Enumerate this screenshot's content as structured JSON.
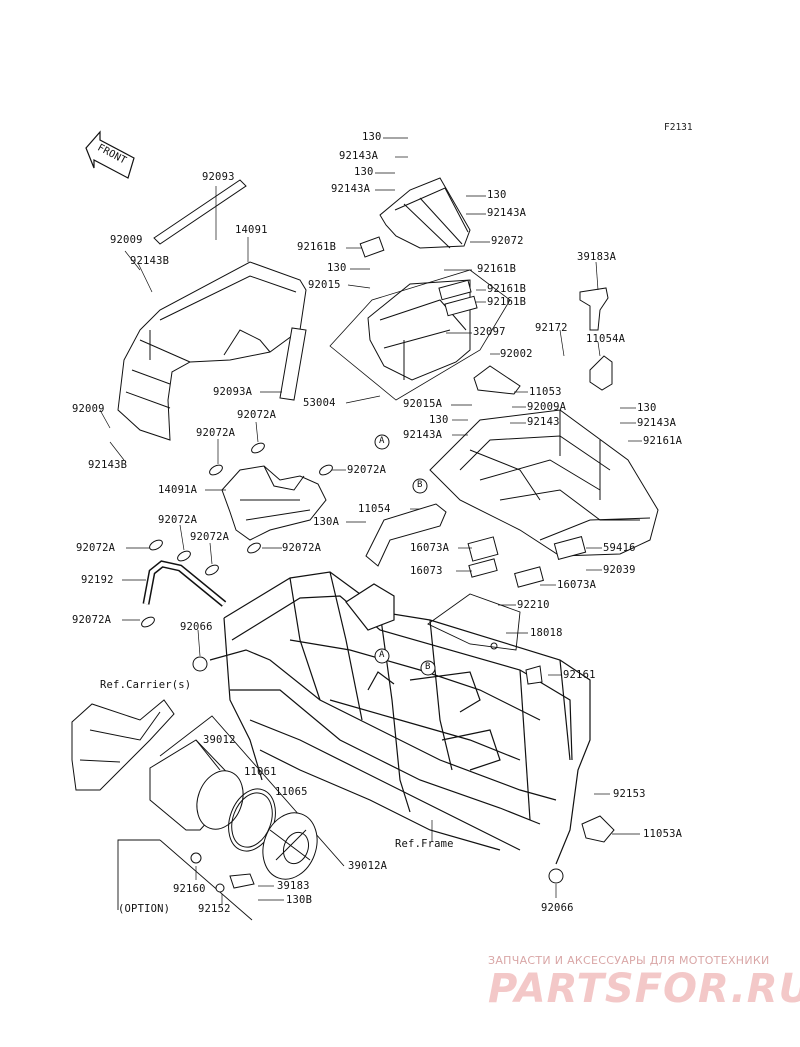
{
  "figure_code": "F2131",
  "front_label": "FRONT",
  "callouts": [
    {
      "id": "130_a",
      "text": "130"
    },
    {
      "id": "92143a_a",
      "text": "92143A"
    },
    {
      "id": "130_b",
      "text": "130"
    },
    {
      "id": "92143a_b",
      "text": "92143A"
    },
    {
      "id": "130_c",
      "text": "130"
    },
    {
      "id": "92143a_c",
      "text": "92143A"
    },
    {
      "id": "92093",
      "text": "92093"
    },
    {
      "id": "14091",
      "text": "14091"
    },
    {
      "id": "92009_a",
      "text": "92009"
    },
    {
      "id": "92143b_a",
      "text": "92143B"
    },
    {
      "id": "92161b_a",
      "text": "92161B"
    },
    {
      "id": "92072",
      "text": "92072"
    },
    {
      "id": "130_d",
      "text": "130"
    },
    {
      "id": "92161b_b",
      "text": "92161B"
    },
    {
      "id": "92015",
      "text": "92015"
    },
    {
      "id": "92161b_c",
      "text": "92161B"
    },
    {
      "id": "92161b_d",
      "text": "92161B"
    },
    {
      "id": "39183a",
      "text": "39183A"
    },
    {
      "id": "32097",
      "text": "32097"
    },
    {
      "id": "92172",
      "text": "92172"
    },
    {
      "id": "11054a",
      "text": "11054A"
    },
    {
      "id": "92002",
      "text": "92002"
    },
    {
      "id": "92093a",
      "text": "92093A"
    },
    {
      "id": "11053",
      "text": "11053"
    },
    {
      "id": "53004",
      "text": "53004"
    },
    {
      "id": "92015a",
      "text": "92015A"
    },
    {
      "id": "92009a",
      "text": "92009A"
    },
    {
      "id": "130_e",
      "text": "130"
    },
    {
      "id": "92143a_d",
      "text": "92143A"
    },
    {
      "id": "130_f",
      "text": "130"
    },
    {
      "id": "92143",
      "text": "92143"
    },
    {
      "id": "92143a_e",
      "text": "92143A"
    },
    {
      "id": "92161a",
      "text": "92161A"
    },
    {
      "id": "92009_b",
      "text": "92009"
    },
    {
      "id": "92072a_a",
      "text": "92072A"
    },
    {
      "id": "92143b_b",
      "text": "92143B"
    },
    {
      "id": "92072a_b",
      "text": "92072A"
    },
    {
      "id": "92072a_c",
      "text": "92072A"
    },
    {
      "id": "14091a",
      "text": "14091A"
    },
    {
      "id": "11054",
      "text": "11054"
    },
    {
      "id": "130a",
      "text": "130A"
    },
    {
      "id": "92072a_d",
      "text": "92072A"
    },
    {
      "id": "92072a_e",
      "text": "92072A"
    },
    {
      "id": "92072a_f",
      "text": "92072A"
    },
    {
      "id": "92072a_g",
      "text": "92072A"
    },
    {
      "id": "16073a_a",
      "text": "16073A"
    },
    {
      "id": "59416",
      "text": "59416"
    },
    {
      "id": "16073",
      "text": "16073"
    },
    {
      "id": "92039",
      "text": "92039"
    },
    {
      "id": "16073a_b",
      "text": "16073A"
    },
    {
      "id": "92192",
      "text": "92192"
    },
    {
      "id": "92210",
      "text": "92210"
    },
    {
      "id": "92072a_h",
      "text": "92072A"
    },
    {
      "id": "18018",
      "text": "18018"
    },
    {
      "id": "92066_a",
      "text": "92066"
    },
    {
      "id": "92161",
      "text": "92161"
    },
    {
      "id": "ref_carrier",
      "text": "Ref.Carrier(s)"
    },
    {
      "id": "39012",
      "text": "39012"
    },
    {
      "id": "11061",
      "text": "11061"
    },
    {
      "id": "11065",
      "text": "11065"
    },
    {
      "id": "92153",
      "text": "92153"
    },
    {
      "id": "11053a",
      "text": "11053A"
    },
    {
      "id": "ref_frame",
      "text": "Ref.Frame"
    },
    {
      "id": "39012a",
      "text": "39012A"
    },
    {
      "id": "92160",
      "text": "92160"
    },
    {
      "id": "39183",
      "text": "39183"
    },
    {
      "id": "option",
      "text": "(OPTION)"
    },
    {
      "id": "92152",
      "text": "92152"
    },
    {
      "id": "130b",
      "text": "130B"
    },
    {
      "id": "92066_b",
      "text": "92066"
    }
  ],
  "markers": [
    {
      "id": "marker_a1",
      "text": "A"
    },
    {
      "id": "marker_a2",
      "text": "A"
    },
    {
      "id": "marker_b1",
      "text": "B"
    },
    {
      "id": "marker_b2",
      "text": "B"
    }
  ],
  "watermark": {
    "top_text": "ЗАПЧАСТИ И АКСЕССУАРЫ ДЛЯ МОТОТЕХНИКИ",
    "logo_text": "PARTSFOR.RU"
  }
}
